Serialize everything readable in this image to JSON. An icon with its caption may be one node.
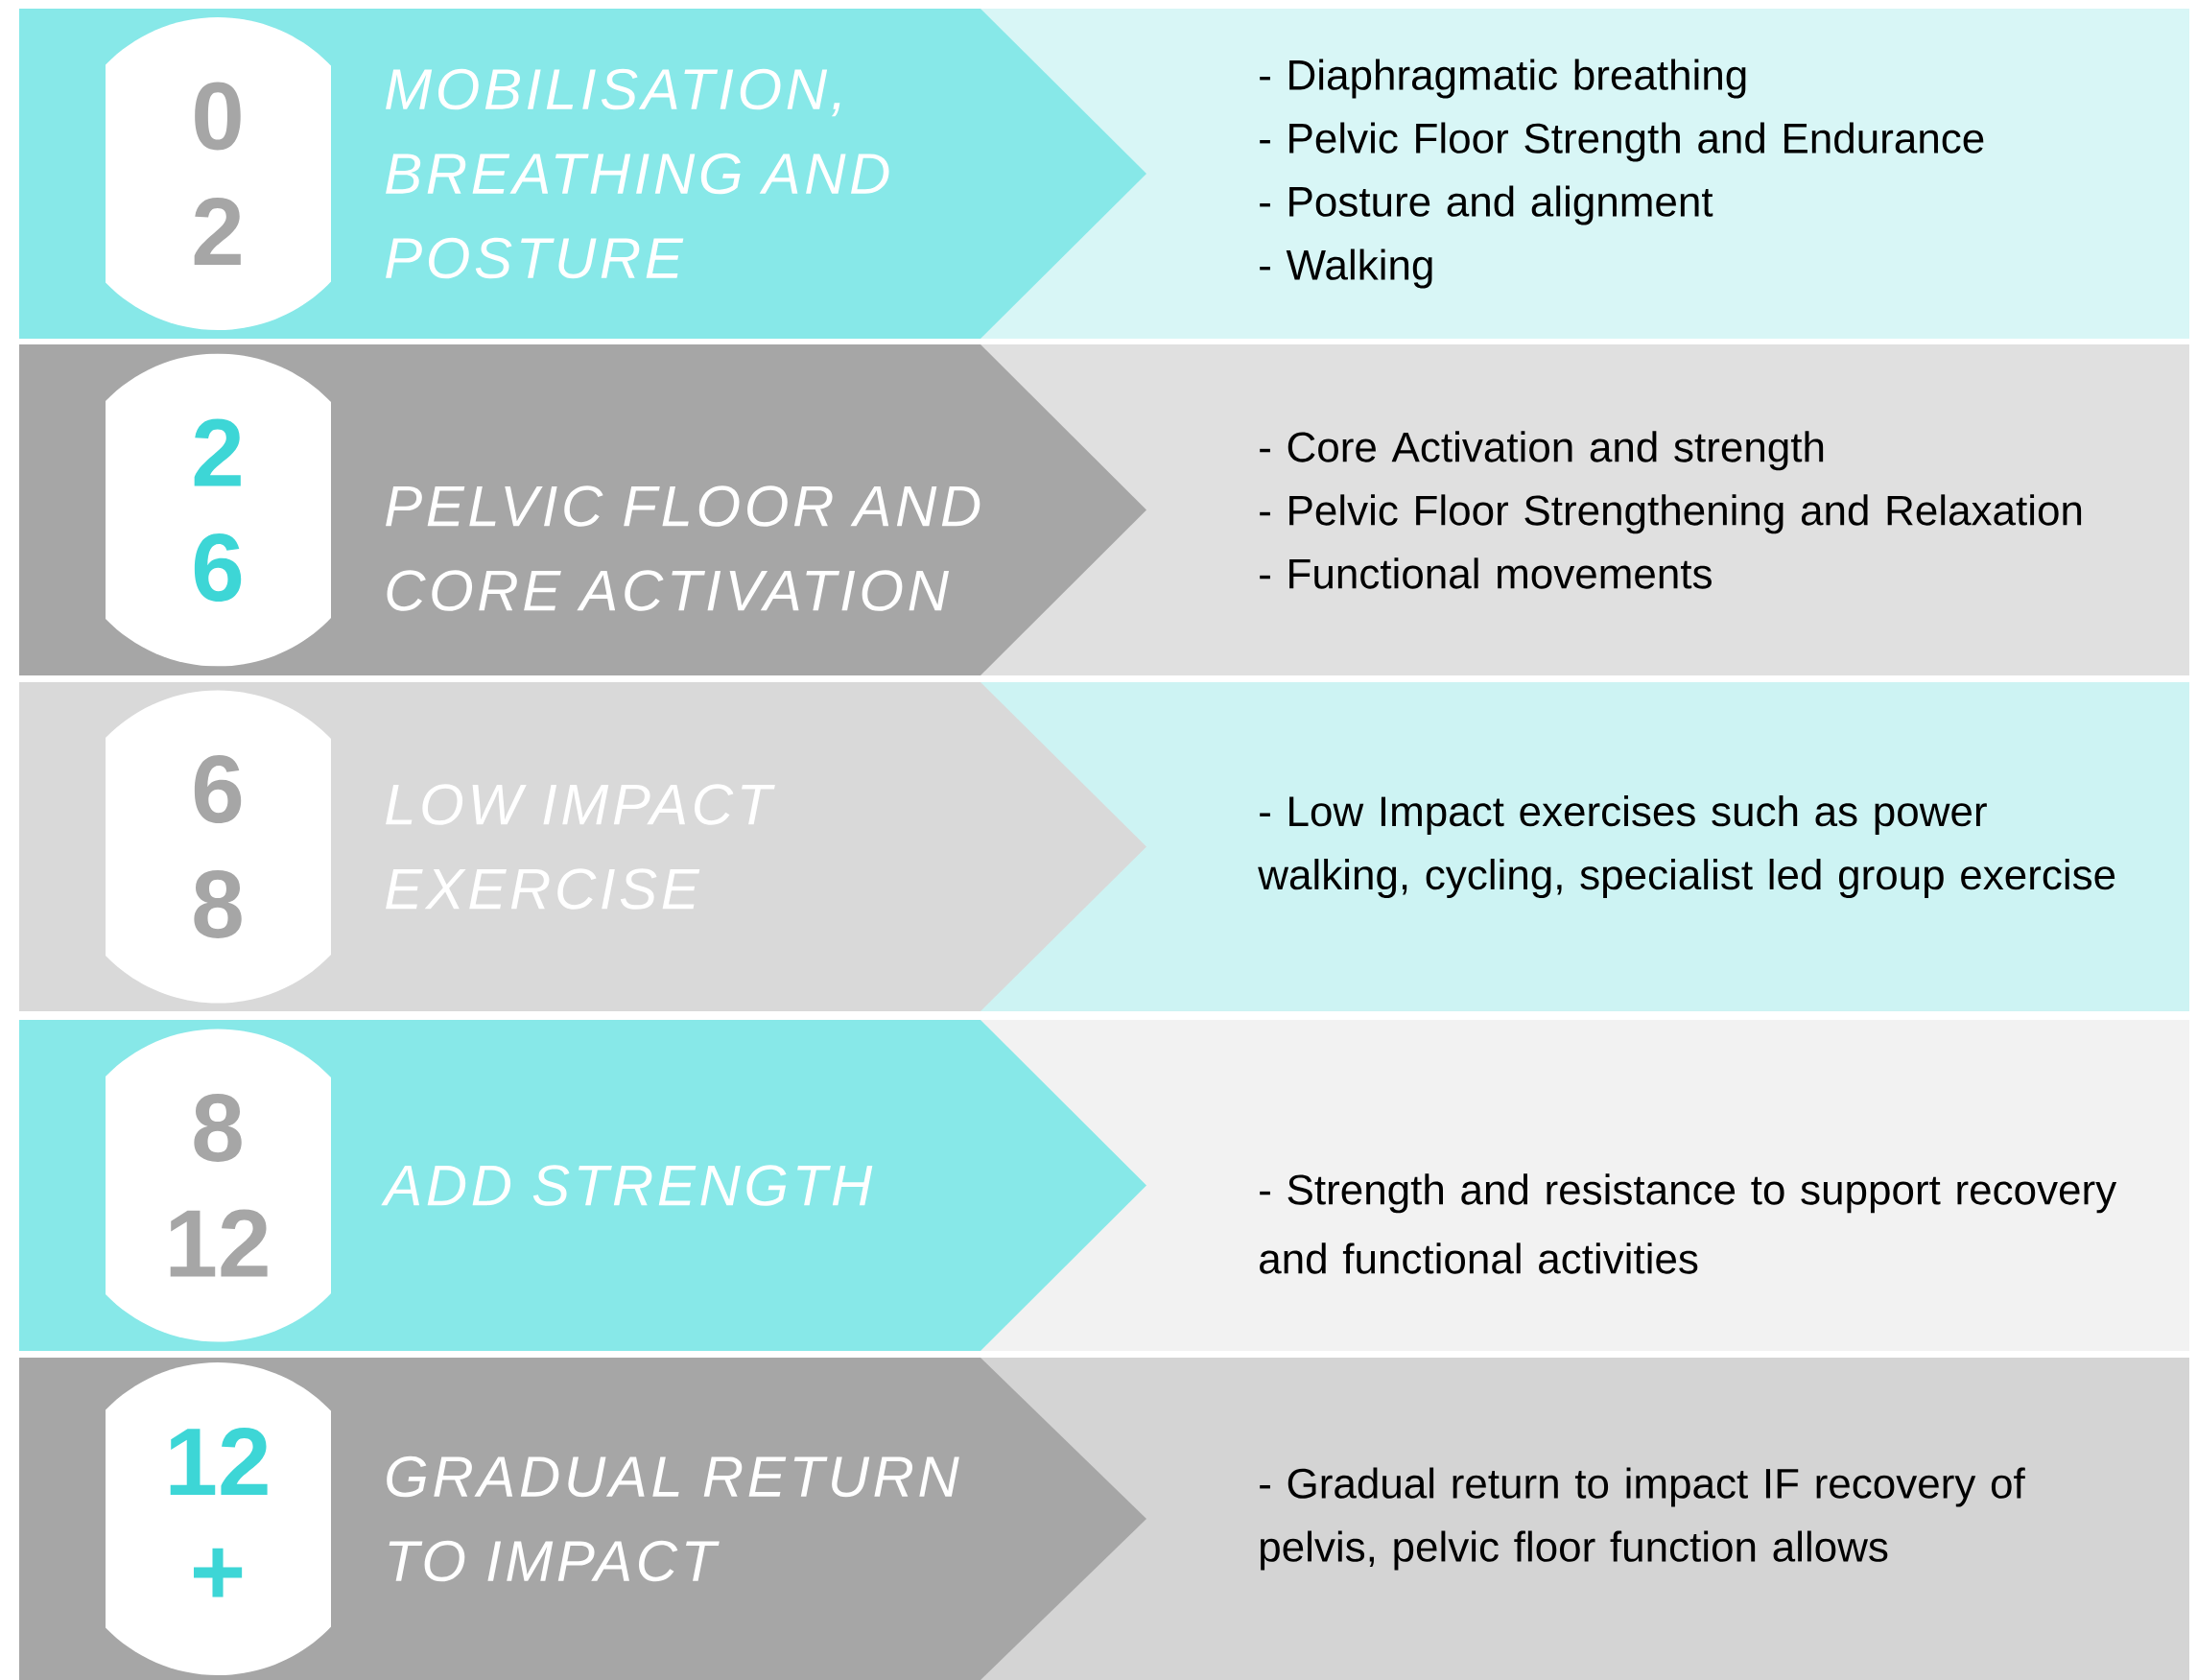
{
  "diagram": {
    "nodes": [
      {
        "text": [
          "MOBILISATION, BREATHING AND POSTURE"
        ]
      },
      {
        "text": [
          "0",
          "2"
        ],
        "in": 0
      },
      {
        "text": [
          "- Diaphragmatic breathing",
          "- Pelvic Floor Strength and Endurance",
          "- Posture and alignment",
          "- Walking"
        ]
      },
      {
        "text": [
          "PELVIC FLOOR AND CORE ACTIVATION"
        ]
      },
      {
        "text": [
          "2",
          "6"
        ],
        "in": 3
      },
      {
        "text": [
          "- Core Activation and strength",
          "- Pelvic Floor Strengthening and Relaxation",
          "- Functional movements"
        ]
      },
      {
        "text": [
          "LOW IMPACT EXERCISE"
        ]
      },
      {
        "text": [
          "6",
          "8"
        ],
        "in": 6
      },
      {
        "text": [
          "- Low Impact exercises such as power walking, cycling, specialist led group exercise"
        ]
      },
      {
        "text": [
          "ADD STRENGTH"
        ]
      },
      {
        "text": [
          "8",
          "12"
        ],
        "in": 9
      },
      {
        "text": [
          "- Strength and resistance to support recovery and functional activities"
        ]
      },
      {
        "text": [
          "GRADUAL RETURN TO IMPACT"
        ]
      },
      {
        "text": [
          "12",
          "+"
        ],
        "in": 12
      },
      {
        "text": [
          "- Gradual return to impact IF recovery of pelvis, pelvic floor function allows"
        ]
      }
    ]
  }
}
